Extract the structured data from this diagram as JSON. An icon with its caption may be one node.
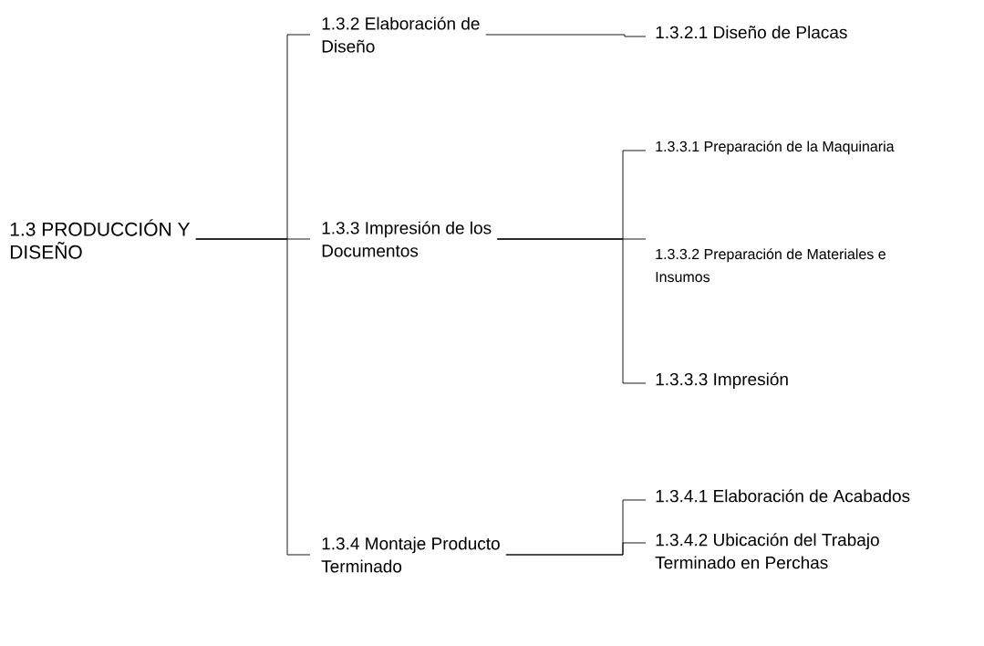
{
  "diagram": {
    "nodes": [
      {
        "text": [
          "1.3 PRODUCCIÓN Y DISEÑO"
        ]
      },
      {
        "text": [
          "1.3.2 Elaboración de Diseño"
        ]
      },
      {
        "text": [
          "1.3.2.1 Diseño de Placas"
        ]
      },
      {
        "text": [
          "1.3.3 Impresión de los Documentos"
        ]
      },
      {
        "text": [
          "1.3.3.1 Preparación de la Maquinaria"
        ]
      },
      {
        "text": [
          "1.3.3.2 Preparación de Materiales e Insumos"
        ]
      },
      {
        "text": [
          "1.3.3.3 Impresión"
        ]
      },
      {
        "text": [
          "1.3.4 Montaje Producto Terminado"
        ]
      },
      {
        "text": [
          "1.3.4.1 Elaboración de Acabados"
        ]
      },
      {
        "text": [
          "1.3.4.2 Ubicación del Trabajo Terminado en Perchas"
        ]
      }
    ],
    "edges": [
      {
        "from": 0,
        "to": 1,
        "arrow": "none"
      },
      {
        "from": 0,
        "to": 3,
        "arrow": "none"
      },
      {
        "from": 0,
        "to": 7,
        "arrow": "none"
      },
      {
        "from": 1,
        "to": 2,
        "arrow": "none"
      },
      {
        "from": 3,
        "to": 4,
        "arrow": "none"
      },
      {
        "from": 3,
        "to": 5,
        "arrow": "none"
      },
      {
        "from": 3,
        "to": 6,
        "arrow": "none"
      },
      {
        "from": 7,
        "to": 8,
        "arrow": "none"
      },
      {
        "from": 7,
        "to": 9,
        "arrow": "none"
      }
    ]
  }
}
